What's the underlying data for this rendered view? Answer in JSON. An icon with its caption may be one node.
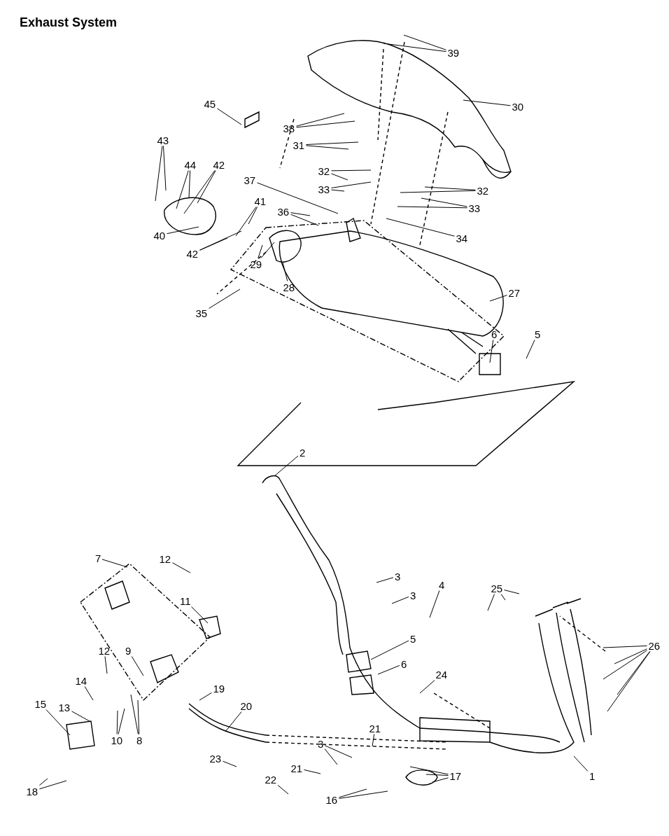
{
  "diagram": {
    "title": "Exhaust System",
    "nodes": [
      {
        "text": [
          "39"
        ]
      },
      {
        "text": [
          "45"
        ]
      },
      {
        "text": [
          "30"
        ]
      },
      {
        "text": [
          "38"
        ]
      },
      {
        "text": [
          "43"
        ]
      },
      {
        "text": [
          "31"
        ]
      },
      {
        "text": [
          "44"
        ]
      },
      {
        "text": [
          "42"
        ]
      },
      {
        "text": [
          "32"
        ]
      },
      {
        "text": [
          "37"
        ]
      },
      {
        "text": [
          "33"
        ]
      },
      {
        "text": [
          "32"
        ]
      },
      {
        "text": [
          "41"
        ]
      },
      {
        "text": [
          "33"
        ]
      },
      {
        "text": [
          "36"
        ]
      },
      {
        "text": [
          "40"
        ]
      },
      {
        "text": [
          "34"
        ]
      },
      {
        "text": [
          "42"
        ]
      },
      {
        "text": [
          "29"
        ]
      },
      {
        "text": [
          "28"
        ]
      },
      {
        "text": [
          "27"
        ]
      },
      {
        "text": [
          "35"
        ]
      },
      {
        "text": [
          "6"
        ]
      },
      {
        "text": [
          "5"
        ]
      },
      {
        "text": [
          "2"
        ]
      },
      {
        "text": [
          "7"
        ]
      },
      {
        "text": [
          "12"
        ]
      },
      {
        "text": [
          "3"
        ]
      },
      {
        "text": [
          "4"
        ]
      },
      {
        "text": [
          "25"
        ]
      },
      {
        "text": [
          "3"
        ]
      },
      {
        "text": [
          "11"
        ]
      },
      {
        "text": [
          "5"
        ]
      },
      {
        "text": [
          "26"
        ]
      },
      {
        "text": [
          "12"
        ]
      },
      {
        "text": [
          "9"
        ]
      },
      {
        "text": [
          "6"
        ]
      },
      {
        "text": [
          "24"
        ]
      },
      {
        "text": [
          "14"
        ]
      },
      {
        "text": [
          "19"
        ]
      },
      {
        "text": [
          "15"
        ]
      },
      {
        "text": [
          "20"
        ]
      },
      {
        "text": [
          "13"
        ]
      },
      {
        "text": [
          "21"
        ]
      },
      {
        "text": [
          "10"
        ]
      },
      {
        "text": [
          "8"
        ]
      },
      {
        "text": [
          "3"
        ]
      },
      {
        "text": [
          "23"
        ]
      },
      {
        "text": [
          "21"
        ]
      },
      {
        "text": [
          "17"
        ]
      },
      {
        "text": [
          "1"
        ]
      },
      {
        "text": [
          "22"
        ]
      },
      {
        "text": [
          "18"
        ]
      },
      {
        "text": [
          "16"
        ]
      }
    ],
    "edges": [
      {
        "from": 0,
        "to": null,
        "arrow": "none"
      },
      {
        "from": 0,
        "to": null,
        "arrow": "none"
      },
      {
        "from": 1,
        "to": null,
        "arrow": "none"
      },
      {
        "from": 2,
        "to": null,
        "arrow": "none"
      },
      {
        "from": 3,
        "to": null,
        "arrow": "none"
      },
      {
        "from": 3,
        "to": null,
        "arrow": "none"
      },
      {
        "from": 4,
        "to": null,
        "arrow": "none"
      },
      {
        "from": 4,
        "to": null,
        "arrow": "none"
      },
      {
        "from": 5,
        "to": null,
        "arrow": "none"
      },
      {
        "from": 5,
        "to": null,
        "arrow": "none"
      },
      {
        "from": 6,
        "to": null,
        "arrow": "none"
      },
      {
        "from": 6,
        "to": null,
        "arrow": "none"
      },
      {
        "from": 7,
        "to": null,
        "arrow": "none"
      },
      {
        "from": 7,
        "to": null,
        "arrow": "none"
      },
      {
        "from": 8,
        "to": null,
        "arrow": "none"
      },
      {
        "from": 8,
        "to": null,
        "arrow": "none"
      },
      {
        "from": 9,
        "to": null,
        "arrow": "none"
      },
      {
        "from": 10,
        "to": null,
        "arrow": "none"
      },
      {
        "from": 10,
        "to": null,
        "arrow": "none"
      },
      {
        "from": 11,
        "to": null,
        "arrow": "none"
      },
      {
        "from": 11,
        "to": null,
        "arrow": "none"
      },
      {
        "from": 12,
        "to": null,
        "arrow": "none"
      },
      {
        "from": 12,
        "to": null,
        "arrow": "none"
      },
      {
        "from": 13,
        "to": null,
        "arrow": "none"
      },
      {
        "from": 13,
        "to": null,
        "arrow": "none"
      },
      {
        "from": 14,
        "to": null,
        "arrow": "none"
      },
      {
        "from": 14,
        "to": null,
        "arrow": "none"
      },
      {
        "from": 15,
        "to": null,
        "arrow": "none"
      },
      {
        "from": 16,
        "to": null,
        "arrow": "none"
      },
      {
        "from": 17,
        "to": null,
        "arrow": "none"
      },
      {
        "from": 17,
        "to": null,
        "arrow": "none"
      },
      {
        "from": 18,
        "to": null,
        "arrow": "none"
      },
      {
        "from": 18,
        "to": null,
        "arrow": "none"
      },
      {
        "from": 19,
        "to": null,
        "arrow": "none"
      },
      {
        "from": 20,
        "to": null,
        "arrow": "none"
      },
      {
        "from": 21,
        "to": null,
        "arrow": "none"
      },
      {
        "from": 22,
        "to": null,
        "arrow": "none"
      },
      {
        "from": 23,
        "to": null,
        "arrow": "none"
      },
      {
        "from": 24,
        "to": null,
        "arrow": "none"
      },
      {
        "from": 25,
        "to": null,
        "arrow": "none"
      },
      {
        "from": 26,
        "to": null,
        "arrow": "none"
      },
      {
        "from": 27,
        "to": null,
        "arrow": "none"
      },
      {
        "from": 28,
        "to": null,
        "arrow": "none"
      },
      {
        "from": 29,
        "to": null,
        "arrow": "none"
      },
      {
        "from": 29,
        "to": null,
        "arrow": "none"
      },
      {
        "from": 29,
        "to": null,
        "arrow": "none"
      },
      {
        "from": 30,
        "to": null,
        "arrow": "none"
      },
      {
        "from": 31,
        "to": null,
        "arrow": "none"
      },
      {
        "from": 32,
        "to": null,
        "arrow": "none"
      },
      {
        "from": 33,
        "to": null,
        "arrow": "none"
      },
      {
        "from": 33,
        "to": null,
        "arrow": "none"
      },
      {
        "from": 33,
        "to": null,
        "arrow": "none"
      },
      {
        "from": 33,
        "to": null,
        "arrow": "none"
      },
      {
        "from": 33,
        "to": null,
        "arrow": "none"
      },
      {
        "from": 34,
        "to": null,
        "arrow": "none"
      },
      {
        "from": 35,
        "to": null,
        "arrow": "none"
      },
      {
        "from": 36,
        "to": null,
        "arrow": "none"
      },
      {
        "from": 37,
        "to": null,
        "arrow": "none"
      },
      {
        "from": 38,
        "to": null,
        "arrow": "none"
      },
      {
        "from": 39,
        "to": null,
        "arrow": "none"
      },
      {
        "from": 40,
        "to": null,
        "arrow": "none"
      },
      {
        "from": 41,
        "to": null,
        "arrow": "none"
      },
      {
        "from": 42,
        "to": null,
        "arrow": "none"
      },
      {
        "from": 43,
        "to": null,
        "arrow": "none"
      },
      {
        "from": 44,
        "to": null,
        "arrow": "none"
      },
      {
        "from": 44,
        "to": null,
        "arrow": "none"
      },
      {
        "from": 45,
        "to": null,
        "arrow": "none"
      },
      {
        "from": 45,
        "to": null,
        "arrow": "none"
      },
      {
        "from": 46,
        "to": null,
        "arrow": "none"
      },
      {
        "from": 46,
        "to": null,
        "arrow": "none"
      },
      {
        "from": 47,
        "to": null,
        "arrow": "none"
      },
      {
        "from": 48,
        "to": null,
        "arrow": "none"
      },
      {
        "from": 49,
        "to": null,
        "arrow": "none"
      },
      {
        "from": 49,
        "to": null,
        "arrow": "none"
      },
      {
        "from": 49,
        "to": null,
        "arrow": "none"
      },
      {
        "from": 50,
        "to": null,
        "arrow": "none"
      },
      {
        "from": 51,
        "to": null,
        "arrow": "none"
      },
      {
        "from": 52,
        "to": null,
        "arrow": "none"
      },
      {
        "from": 52,
        "to": null,
        "arrow": "none"
      },
      {
        "from": 53,
        "to": null,
        "arrow": "none"
      },
      {
        "from": 53,
        "to": null,
        "arrow": "none"
      }
    ]
  }
}
